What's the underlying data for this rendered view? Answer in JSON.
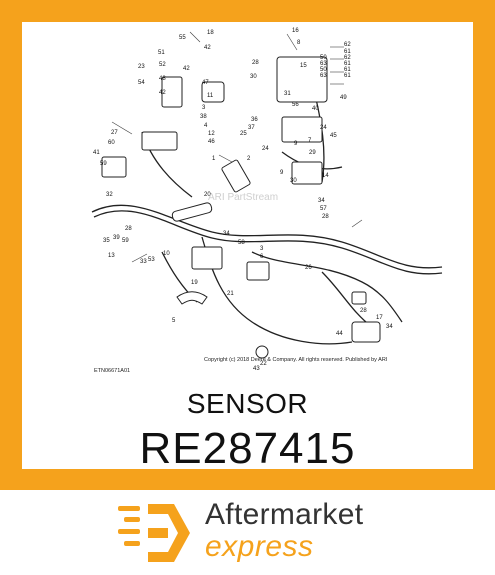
{
  "diagram": {
    "code": "ETN06671A01",
    "watermark": "ARI PartStream",
    "copyright": "Copyright (c) 2018 Deere & Company. All rights reserved. Published by ARI",
    "callouts": [
      "1",
      "2",
      "3",
      "4",
      "5",
      "6",
      "7",
      "8",
      "9",
      "10",
      "11",
      "12",
      "13",
      "14",
      "15",
      "16",
      "17",
      "18",
      "19",
      "20",
      "21",
      "22",
      "23",
      "24",
      "25",
      "26",
      "27",
      "28",
      "29",
      "30",
      "31",
      "32",
      "33",
      "34",
      "35",
      "36",
      "37",
      "38",
      "39",
      "40",
      "41",
      "42",
      "43",
      "44",
      "45",
      "46",
      "47",
      "48",
      "49",
      "50",
      "51",
      "52",
      "53",
      "54",
      "55",
      "56",
      "57",
      "58",
      "59",
      "60",
      "61",
      "62",
      "63"
    ]
  },
  "part": {
    "name": "SENSOR",
    "number": "RE287415"
  },
  "brand": {
    "line1": "Aftermarket",
    "line2": "express"
  },
  "colors": {
    "accent": "#f5a21c",
    "text": "#111111",
    "brand_dark": "#333333"
  }
}
